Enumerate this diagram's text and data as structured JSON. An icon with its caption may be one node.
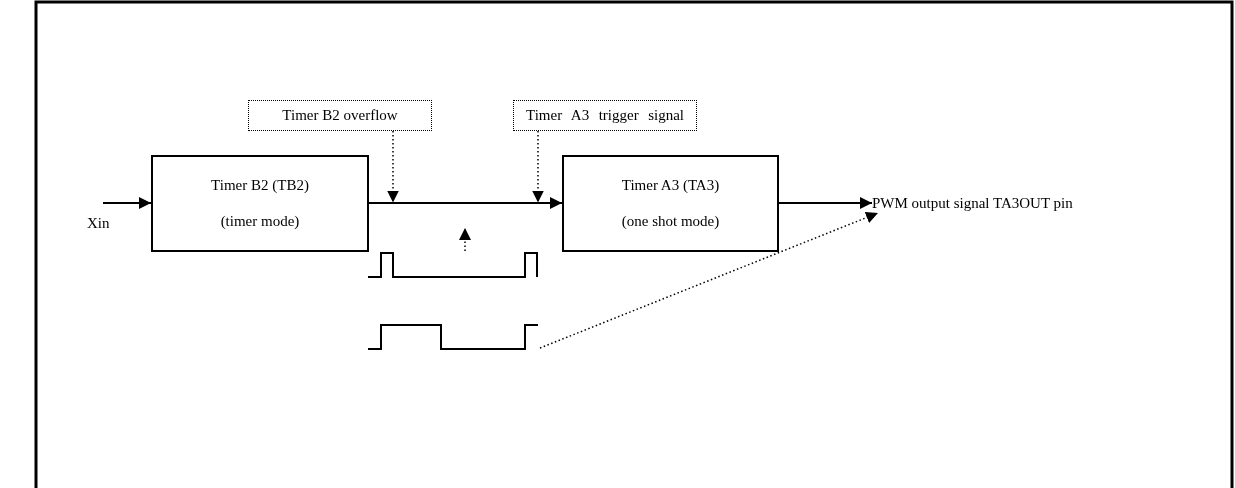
{
  "diagram": {
    "nodes": [
      {
        "text": [
          "Timer B2 overflow"
        ]
      },
      {
        "text": [
          "Timer A3 trigger signal"
        ]
      },
      {
        "text": [
          "Timer B2 (TB2)",
          "(timer mode)"
        ]
      },
      {
        "text": [
          "Timer A3 (TA3)",
          "(one shot mode)"
        ]
      },
      {
        "text": [
          "PWM output signal TA3OUT pin"
        ]
      },
      {
        "text": [],
        "shape": "picture"
      },
      {
        "text": [],
        "shape": "picture"
      }
    ],
    "edges": [
      {
        "from": null,
        "to": 2,
        "arrow": "to"
      },
      {
        "from": 2,
        "to": 3,
        "arrow": "to"
      },
      {
        "from": 3,
        "to": 4,
        "arrow": "to"
      },
      {
        "from": 0,
        "to": 2,
        "arrow": "to",
        "style": "dashed"
      },
      {
        "from": 1,
        "to": 3,
        "arrow": "to",
        "style": "dashed"
      },
      {
        "from": 5,
        "to": null,
        "arrow": "to",
        "style": "dashed"
      },
      {
        "from": 6,
        "to": 4,
        "arrow": "to",
        "style": "dashed"
      }
    ],
    "labels": [
      "Xin"
    ]
  }
}
